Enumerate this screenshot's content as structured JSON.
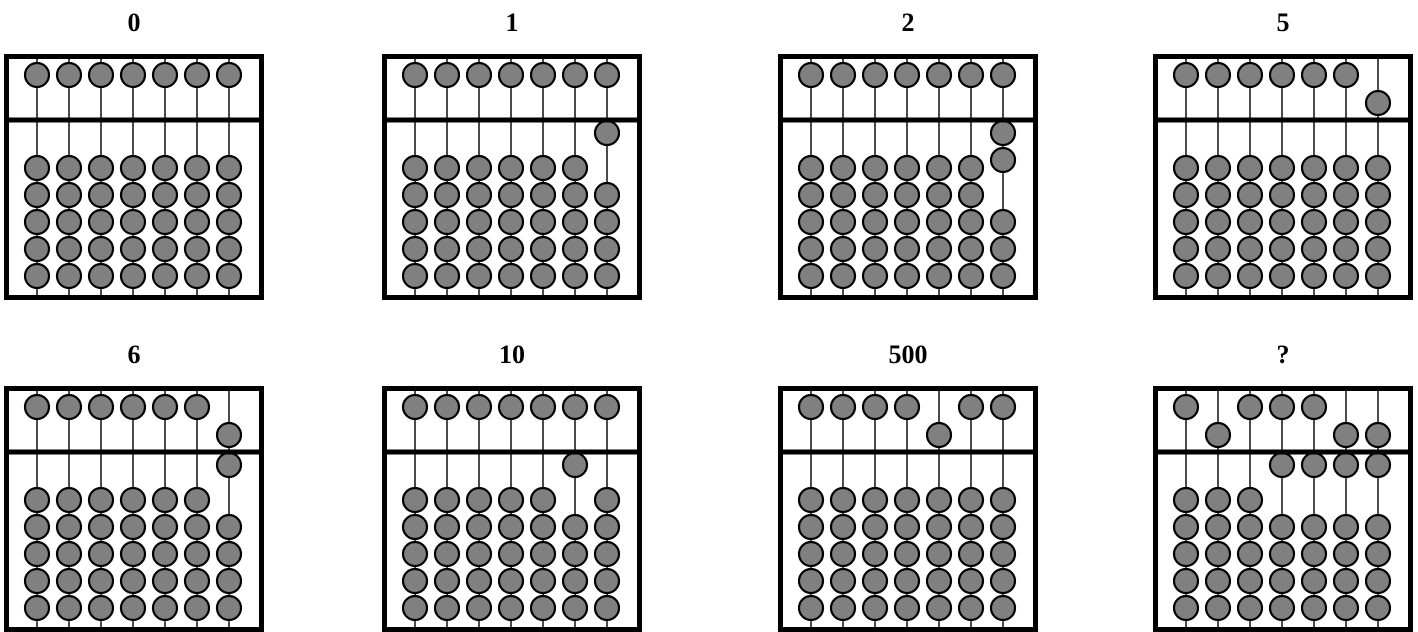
{
  "colors": {
    "bead_fill": "#808080",
    "bead_stroke": "#000000",
    "frame": "#000000",
    "background": "#ffffff"
  },
  "abacus": {
    "rods": 7,
    "upper_beads_per_rod": 1,
    "lower_beads_per_rod": 5
  },
  "panels": [
    {
      "label": "0",
      "upper_lowered": [
        0,
        0,
        0,
        0,
        0,
        0,
        0
      ],
      "lower_raised": [
        0,
        0,
        0,
        0,
        0,
        0,
        0
      ]
    },
    {
      "label": "1",
      "upper_lowered": [
        0,
        0,
        0,
        0,
        0,
        0,
        0
      ],
      "lower_raised": [
        0,
        0,
        0,
        0,
        0,
        0,
        1
      ]
    },
    {
      "label": "2",
      "upper_lowered": [
        0,
        0,
        0,
        0,
        0,
        0,
        0
      ],
      "lower_raised": [
        0,
        0,
        0,
        0,
        0,
        0,
        2
      ]
    },
    {
      "label": "5",
      "upper_lowered": [
        0,
        0,
        0,
        0,
        0,
        0,
        1
      ],
      "lower_raised": [
        0,
        0,
        0,
        0,
        0,
        0,
        0
      ]
    },
    {
      "label": "6",
      "upper_lowered": [
        0,
        0,
        0,
        0,
        0,
        0,
        1
      ],
      "lower_raised": [
        0,
        0,
        0,
        0,
        0,
        0,
        1
      ]
    },
    {
      "label": "10",
      "upper_lowered": [
        0,
        0,
        0,
        0,
        0,
        0,
        0
      ],
      "lower_raised": [
        0,
        0,
        0,
        0,
        0,
        1,
        0
      ]
    },
    {
      "label": "500",
      "upper_lowered": [
        0,
        0,
        0,
        0,
        1,
        0,
        0
      ],
      "lower_raised": [
        0,
        0,
        0,
        0,
        0,
        0,
        0
      ]
    },
    {
      "label": "?",
      "upper_lowered": [
        0,
        1,
        0,
        0,
        0,
        1,
        1
      ],
      "lower_raised": [
        0,
        0,
        0,
        1,
        1,
        1,
        1
      ]
    }
  ]
}
